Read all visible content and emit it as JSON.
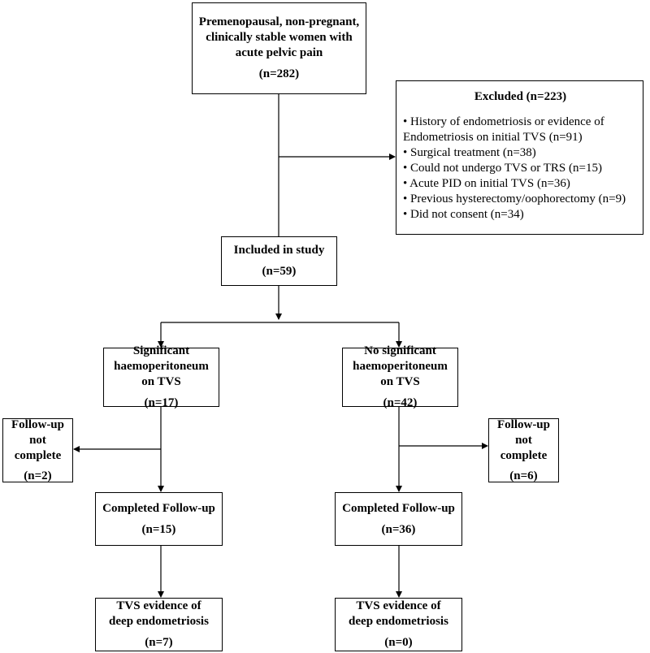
{
  "nodes": {
    "start": {
      "lines": [
        "Premenopausal, non-pregnant,",
        "clinically stable women with",
        "acute pelvic pain"
      ],
      "count": "(n=282)"
    },
    "excluded": {
      "title": "Excluded (n=223)",
      "items": [
        "• History of endometriosis or evidence of",
        "Endometriosis on initial TVS (n=91)",
        "• Surgical treatment (n=38)",
        "• Could not undergo TVS or TRS (n=15)",
        "• Acute PID on initial TVS (n=36)",
        "• Previous hysterectomy/oophorectomy (n=9)",
        "• Did not consent (n=34)"
      ]
    },
    "included": {
      "lines": [
        "Included in study"
      ],
      "count": "(n=59)"
    },
    "significant": {
      "lines": [
        "Significant",
        "haemoperitoneum",
        "on TVS"
      ],
      "count": "(n=17)"
    },
    "no_significant": {
      "lines": [
        "No significant",
        "haemoperitoneum",
        "on TVS"
      ],
      "count": "(n=42)"
    },
    "followup_incomplete_left": {
      "lines": [
        "Follow-up",
        "not",
        "complete"
      ],
      "count": "(n=2)"
    },
    "followup_incomplete_right": {
      "lines": [
        "Follow-up",
        "not",
        "complete"
      ],
      "count": "(n=6)"
    },
    "completed_left": {
      "lines": [
        "Completed Follow-up"
      ],
      "count": "(n=15)"
    },
    "completed_right": {
      "lines": [
        "Completed Follow-up"
      ],
      "count": "(n=36)"
    },
    "deep_left": {
      "lines": [
        "TVS evidence of",
        "deep endometriosis"
      ],
      "count": "(n=7)"
    },
    "deep_right": {
      "lines": [
        "TVS evidence of",
        "deep endometriosis"
      ],
      "count": "(n=0)"
    }
  }
}
